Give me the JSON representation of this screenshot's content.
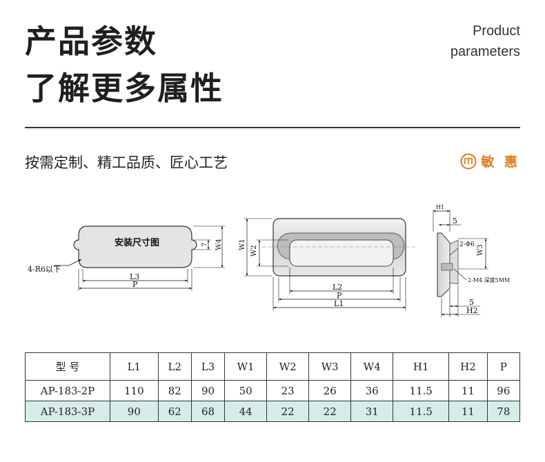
{
  "header": {
    "title_line1": "产品参数",
    "title_line2": "了解更多属性",
    "subtitle_en_line1": "Product",
    "subtitle_en_line2": "parameters"
  },
  "tagline": "按需定制、精工品质、匠心工艺",
  "brand": {
    "name": "敏 惠",
    "logo_icon": "brand-logo-icon",
    "color": "#e07b1a"
  },
  "drawings": {
    "front": {
      "inner_label": "安装尺寸图",
      "radius_note": "4-R6以下",
      "dim_L3": "L3",
      "dim_P": "P",
      "dim_7": "7",
      "dim_W4": "W4"
    },
    "top": {
      "dim_W1": "W1",
      "dim_W2": "W2",
      "dim_L2": "L2",
      "dim_P": "P",
      "dim_L1": "L1"
    },
    "side": {
      "dim_H1": "H1",
      "dim_5_top": "5",
      "hole_note": "2-Φ6",
      "dim_W3": "W3",
      "thread_note": "2-M4 深度5MM",
      "dim_5_bottom": "5",
      "dim_H2": "H2"
    }
  },
  "table": {
    "headers": [
      "型 号",
      "L1",
      "L2",
      "L3",
      "W1",
      "W2",
      "W3",
      "W4",
      "H1",
      "H2",
      "P"
    ],
    "rows": [
      [
        "AP-183-2P",
        "110",
        "82",
        "90",
        "50",
        "23",
        "26",
        "36",
        "11.5",
        "11",
        "96"
      ],
      [
        "AP-183-3P",
        "90",
        "62",
        "68",
        "44",
        "22",
        "22",
        "31",
        "11.5",
        "11",
        "78"
      ]
    ],
    "highlight_color": "#d6ece8"
  }
}
